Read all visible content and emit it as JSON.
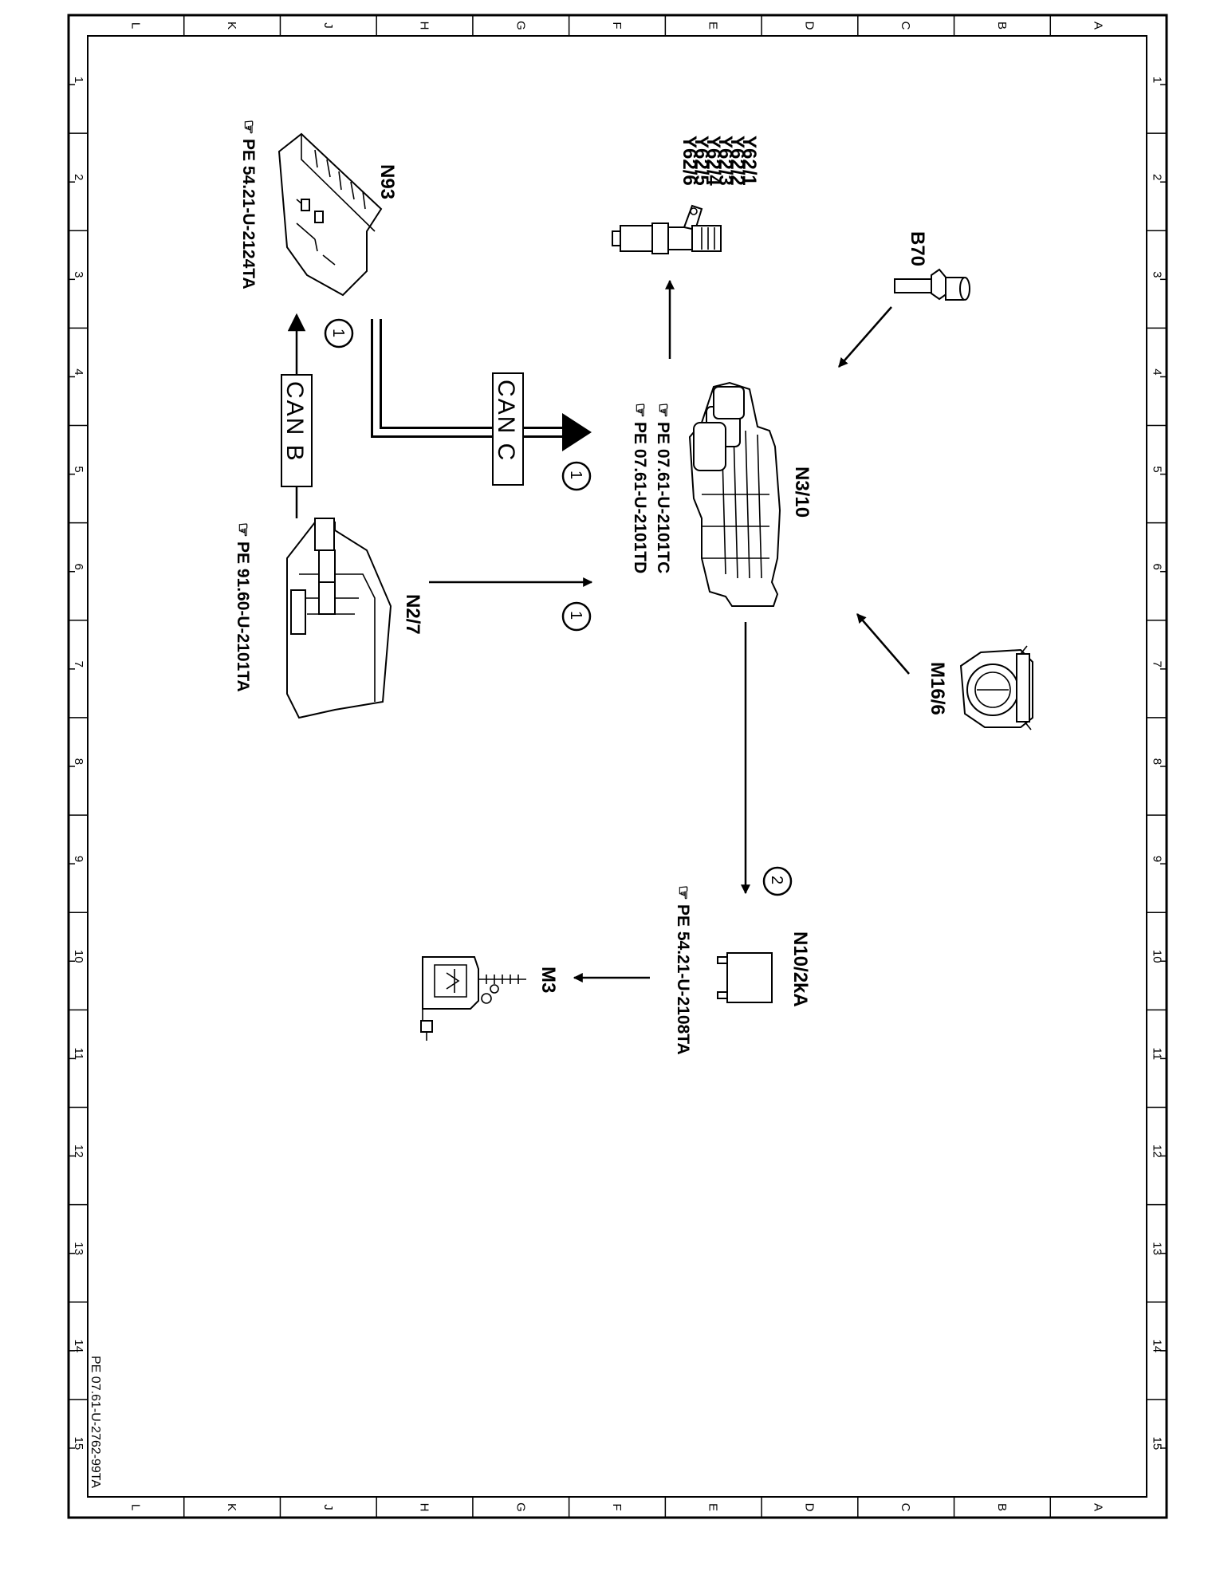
{
  "grid": {
    "columns": [
      "L",
      "K",
      "J",
      "H",
      "G",
      "F",
      "E",
      "D",
      "C",
      "B",
      "A"
    ],
    "rows": [
      "1",
      "2",
      "3",
      "4",
      "5",
      "6",
      "7",
      "8",
      "9",
      "10",
      "11",
      "12",
      "13",
      "14",
      "15"
    ]
  },
  "footer_ref": "PE 07.61-U-2762-99TA",
  "components": {
    "n93": {
      "label": "N93",
      "ref": "PE  54.21-U-2124TA"
    },
    "y62": {
      "labels": [
        "Y62/1",
        "Y62/2",
        "Y62/3",
        "Y62/4",
        "Y62/5",
        "Y62/6"
      ]
    },
    "b70": {
      "label": "B70"
    },
    "n3_10": {
      "label": "N3/10",
      "refs": [
        "PE  07.61-U-2101TC",
        "PE  07.61-U-2101TD"
      ]
    },
    "n2_7": {
      "label": "N2/7",
      "ref": "PE  91.60-U-2101TA"
    },
    "m16_6": {
      "label": "M16/6"
    },
    "n10_2ka": {
      "label": "N10/2kA",
      "ref": "PE  54.21-U-2108TA"
    },
    "m3": {
      "label": "M3"
    }
  },
  "buses": {
    "can_b": "CAN B",
    "can_c": "CAN C"
  },
  "markers": {
    "can_b": "1",
    "can_c": "1",
    "n2_7": "1",
    "n10": "2"
  }
}
